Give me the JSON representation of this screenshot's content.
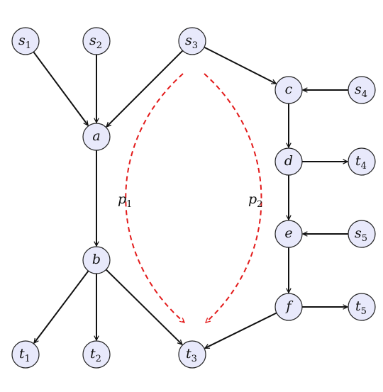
{
  "nodes": [
    {
      "id": "s1",
      "base": "s",
      "sub": "1"
    },
    {
      "id": "s2",
      "base": "s",
      "sub": "2"
    },
    {
      "id": "s3",
      "base": "s",
      "sub": "3"
    },
    {
      "id": "s4",
      "base": "s",
      "sub": "4"
    },
    {
      "id": "s5",
      "base": "s",
      "sub": "5"
    },
    {
      "id": "a",
      "base": "a",
      "sub": ""
    },
    {
      "id": "b",
      "base": "b",
      "sub": ""
    },
    {
      "id": "c",
      "base": "c",
      "sub": ""
    },
    {
      "id": "d",
      "base": "d",
      "sub": ""
    },
    {
      "id": "e",
      "base": "e",
      "sub": ""
    },
    {
      "id": "f",
      "base": "f",
      "sub": ""
    },
    {
      "id": "t1",
      "base": "t",
      "sub": "1"
    },
    {
      "id": "t2",
      "base": "t",
      "sub": "2"
    },
    {
      "id": "t3",
      "base": "t",
      "sub": "3"
    },
    {
      "id": "t4",
      "base": "t",
      "sub": "4"
    },
    {
      "id": "t5",
      "base": "t",
      "sub": "5"
    }
  ],
  "edges": [
    {
      "from": "s1",
      "to": "a"
    },
    {
      "from": "s2",
      "to": "a"
    },
    {
      "from": "s3",
      "to": "a"
    },
    {
      "from": "s3",
      "to": "c"
    },
    {
      "from": "s4",
      "to": "c"
    },
    {
      "from": "c",
      "to": "d"
    },
    {
      "from": "d",
      "to": "t4"
    },
    {
      "from": "d",
      "to": "e"
    },
    {
      "from": "s5",
      "to": "e"
    },
    {
      "from": "e",
      "to": "f"
    },
    {
      "from": "f",
      "to": "t5"
    },
    {
      "from": "f",
      "to": "t3"
    },
    {
      "from": "a",
      "to": "b"
    },
    {
      "from": "b",
      "to": "t1"
    },
    {
      "from": "b",
      "to": "t2"
    },
    {
      "from": "b",
      "to": "t3"
    }
  ],
  "paths": [
    {
      "id": "p1",
      "base": "p",
      "sub": "1"
    },
    {
      "id": "p2",
      "base": "p",
      "sub": "2"
    }
  ],
  "colors": {
    "node_fill": "#e8e9fb",
    "node_stroke": "#222222",
    "edge": "#111111",
    "path_dashed": "#e31b1b"
  }
}
